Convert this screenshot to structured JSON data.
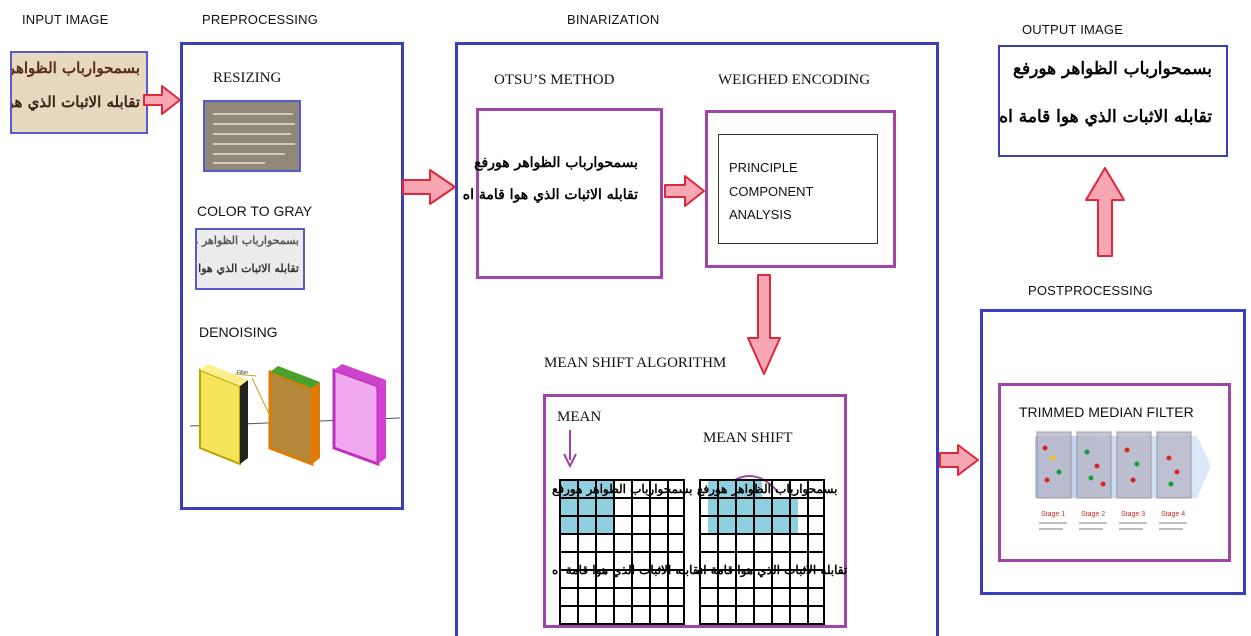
{
  "stages": {
    "input": "INPUT IMAGE",
    "preprocessing": "PREPROCESSING",
    "binarization": "BINARIZATION",
    "output": "OUTPUT IMAGE",
    "postprocessing": "POSTPROCESSING"
  },
  "preprocessing": {
    "resizing": "RESIZING",
    "color_to_gray": "COLOR TO GRAY",
    "denoising": "DENOISING"
  },
  "binarization": {
    "otsu": "OTSU’S METHOD",
    "weighed": "WEIGHED ENCODING",
    "pca_line1": "PRINCIPLE",
    "pca_line2": "COMPONENT",
    "pca_line3": "ANALYSIS",
    "mean_shift_algo": "MEAN SHIFT ALGORITHM",
    "mean": "MEAN",
    "mean_shift": "MEAN SHIFT"
  },
  "postprocessing": {
    "filter": "TRIMMED MEDIAN FILTER",
    "stage1": "Stage 1",
    "stage2": "Stage 2",
    "stage3": "Stage 3",
    "stage4": "Stage 4"
  },
  "script_text": {
    "line1": "بسمحوارباب الظواهر هورفع",
    "line2": "تقابله الاثبات الذي هوا قامة اه"
  },
  "colors": {
    "blue_border": "#3a3fbf",
    "purple_border": "#a045a8",
    "arrow_fill": "#f7a6b4",
    "arrow_stroke": "#e0283a",
    "grid_highlight": "#8fd0e0"
  }
}
